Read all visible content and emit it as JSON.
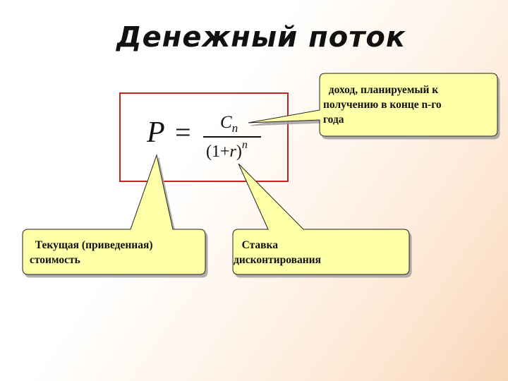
{
  "slide": {
    "title": "Денежный поток",
    "formula": {
      "lhs": "P",
      "equals": "=",
      "numerator": "C",
      "numerator_subscript": "n",
      "denominator_open": "(1+",
      "denominator_var": "r",
      "denominator_close": ")",
      "denominator_exponent": "n",
      "border_color": "#c62222"
    },
    "callouts": {
      "cash_flow": {
        "line1": "  доход, планируемый к",
        "line2": "получению в конце n-го",
        "line3": "года"
      },
      "present_value": {
        "line1": "  Текущая (приведенная)",
        "line2": "стоимость"
      },
      "discount_rate": {
        "line1": "   Ставка",
        "line2": "дисконтирования"
      },
      "fill_color": "#ffffa8"
    }
  }
}
